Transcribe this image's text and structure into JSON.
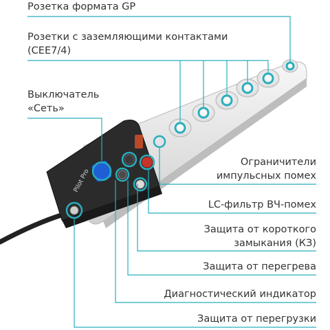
{
  "labels": {
    "gp_socket": "Розетка формата GP",
    "grounded_sockets_1": "Розетки с заземляющими контактами",
    "grounded_sockets_2": "(CEE7/4)",
    "switch_1": "Выключатель",
    "switch_2": "«Сеть»",
    "surge_1": "Ограничители",
    "surge_2": "импульсных помех",
    "lc_filter": "LC-фильтр ВЧ-помех",
    "short_1": "Защита от короткого",
    "short_2": "замыкания (КЗ)",
    "overheat": "Защита от перегрева",
    "diagnostic": "Диагностический индикатор",
    "overload": "Защита от перегрузки"
  },
  "brand": "Pilot Pro",
  "colors": {
    "accent": "#29aebd",
    "text": "#333333",
    "body": "#ececec",
    "panel": "#2b2b2b",
    "switch": "#1f5fd6",
    "red_button": "#c8342a"
  }
}
